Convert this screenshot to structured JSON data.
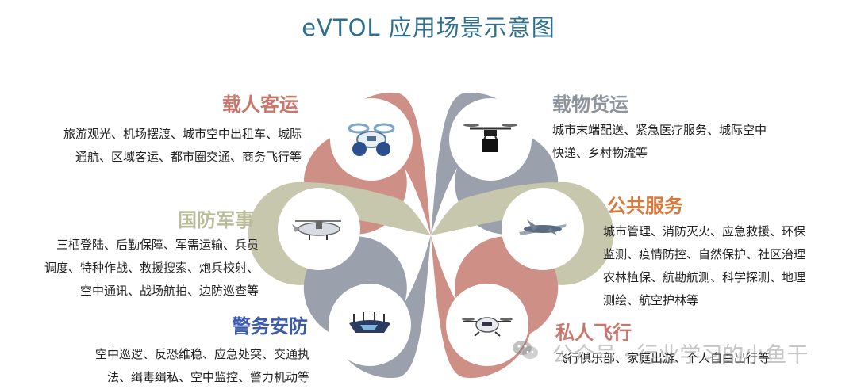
{
  "title": "eVTOL 应用场景示意图",
  "colors": {
    "title": "#2d6f8e",
    "pink": "#cd8f86",
    "gray": "#9aa0ac",
    "olive": "#c6c7ad",
    "category_pink": "#c9776d",
    "category_gray": "#8d949e",
    "category_olive": "#b9bc98",
    "category_orange": "#d8783a",
    "category_blue": "#3b5aa8"
  },
  "categories": [
    {
      "id": "passenger",
      "title": "载人客运",
      "lines": [
        "旅游观光、机场摆渡、城市空中出租车、城际",
        "通航、区域客运、都市圈交通、商务飞行等"
      ],
      "icon": "passenger-evtol-icon"
    },
    {
      "id": "cargo",
      "title": "载物货运",
      "lines": [
        "城市末端配送、紧急医疗服务、城际空中",
        "快递、乡村物流等"
      ],
      "icon": "cargo-drone-icon"
    },
    {
      "id": "military",
      "title": "国防军事",
      "lines": [
        "三栖登陆、后勤保障、军需运输、兵员",
        "调度、特种作战、救援搜索、炮兵校射、",
        "空中通讯、战场航拍、边防巡查等"
      ],
      "icon": "military-evtol-icon"
    },
    {
      "id": "public",
      "title": "公共服务",
      "lines": [
        "城市管理、消防灭火、应急救援、环保",
        "监测、疫情防控、自然保护、社区治理",
        "农林植保、航勘航测、科学探测、地理",
        "测绘、航空护林等"
      ],
      "icon": "fixed-wing-evtol-icon"
    },
    {
      "id": "police",
      "title": "警务安防",
      "lines": [
        "空中巡逻、反恐维稳、应急处突、交通执",
        "法、缉毒缉私、空中监控、警力机动等"
      ],
      "icon": "police-evtol-icon"
    },
    {
      "id": "private",
      "title": "私人飞行",
      "lines": [
        "飞行俱乐部、家庭出游、个人自由出行等"
      ],
      "icon": "personal-evtol-icon"
    }
  ],
  "watermark": {
    "text": "公众号 · 行业学习的小鱼干",
    "icon": "wechat-icon"
  }
}
